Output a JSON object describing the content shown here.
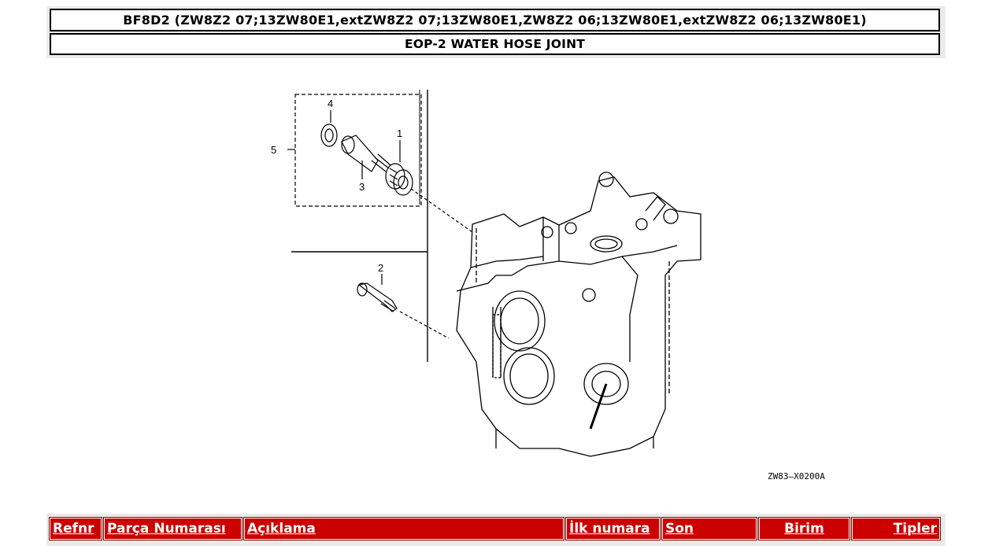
{
  "header": {
    "model_title": "BF8D2 (ZW8Z2 07;13ZW80E1,extZW8Z2 07;13ZW80E1,ZW8Z2 06;13ZW80E1,extZW8Z2 06;13ZW80E1)",
    "section_title": "EOP-2 WATER HOSE JOINT"
  },
  "diagram": {
    "callouts": [
      "1",
      "2",
      "3",
      "4",
      "5"
    ],
    "drawing_code": "ZW83—X0200A"
  },
  "table": {
    "columns": [
      "Refnr",
      "Parça Numarası",
      "Açıklama",
      "İlk numara",
      "Son",
      "Birim",
      "Tipler"
    ]
  },
  "colors": {
    "header_red": "#cc0000",
    "frame_gray": "#ebebeb"
  }
}
